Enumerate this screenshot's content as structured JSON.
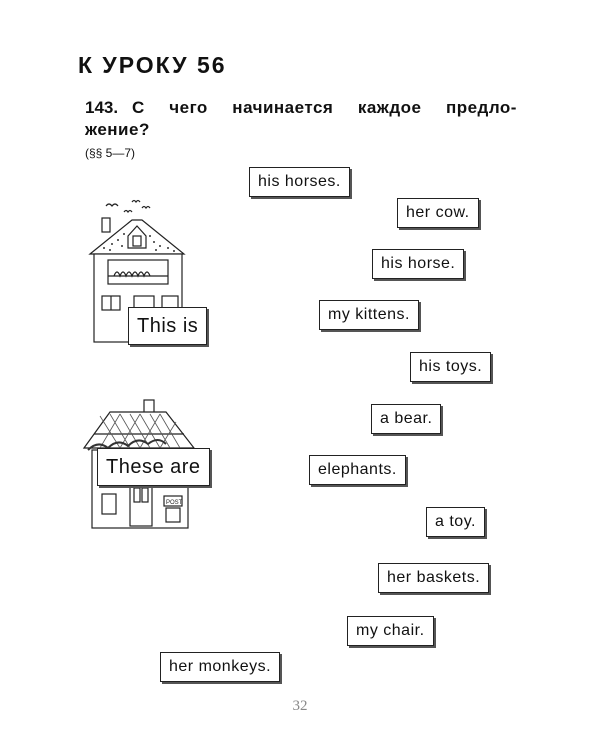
{
  "heading": {
    "lesson_title": "К УРОКУ 56",
    "exercise_number": "143.",
    "exercise_words": [
      "С",
      "чего",
      "начинается",
      "каждое",
      "предло-"
    ],
    "exercise_line2": "жение?",
    "reference": "(§§ 5—7)"
  },
  "starters": [
    "This is",
    "These are"
  ],
  "endings": [
    "his horses.",
    "her cow.",
    "his horse.",
    "my kittens.",
    "his toys.",
    "a bear.",
    "elephants.",
    "a toy.",
    "her baskets.",
    "my chair.",
    "her monkeys."
  ],
  "house2_sign": "POST",
  "page_number": "32"
}
